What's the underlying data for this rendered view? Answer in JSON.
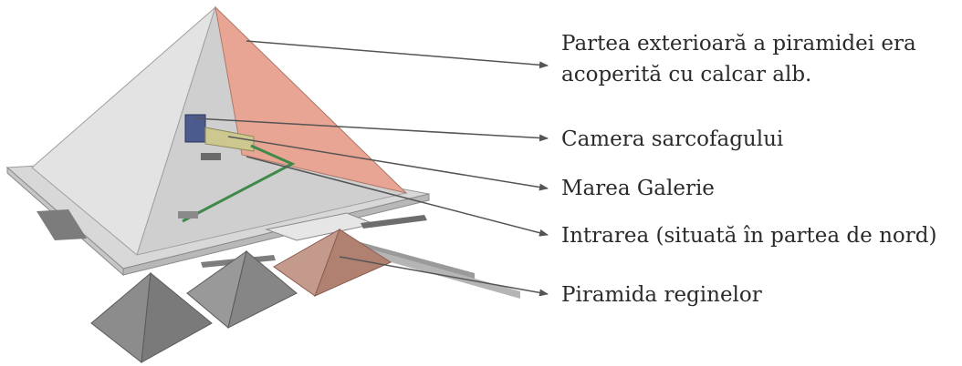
{
  "annotations": [
    {
      "id": "exterior",
      "lines": [
        "Partea exterioară a piramidei era",
        "acoperită cu calcar alb."
      ]
    },
    {
      "id": "sarcophagus",
      "lines": [
        "Camera sarcofagului"
      ]
    },
    {
      "id": "gallery",
      "lines": [
        "Marea Galerie"
      ]
    },
    {
      "id": "entrance",
      "lines": [
        "Intrarea (situată în partea de nord)"
      ]
    },
    {
      "id": "queens",
      "lines": [
        "Piramida reginelor"
      ]
    }
  ],
  "colors": {
    "pyramid_face_light": "#e2e2e2",
    "pyramid_face_shadow": "#c4c4c4",
    "pyramid_face_highlight": "#e9a898",
    "base_platform": "#d6d6d6",
    "queens_pyramid_highlight": "#c48c7c",
    "queens_pyramid": "#8c8c8c",
    "sarcophagus_chamber": "#4a5a8a",
    "gallery": "#c9c58f",
    "passage": "#3f8a4a",
    "leader_line": "#555555",
    "text": "#2b2b2b"
  }
}
